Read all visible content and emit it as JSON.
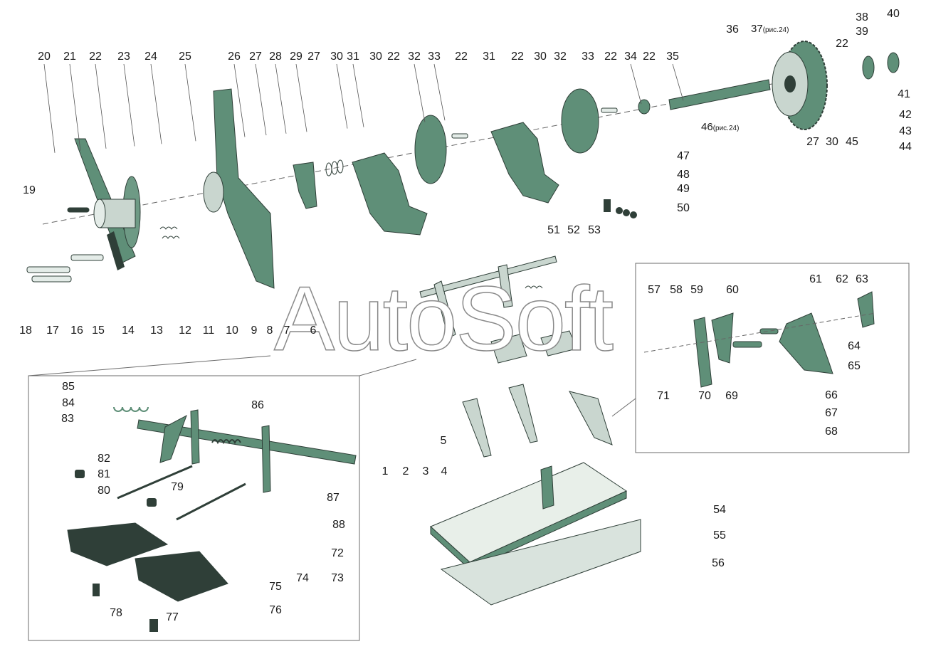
{
  "watermark": "AutoSoft",
  "refs": {
    "r37": {
      "num": "37",
      "paren": "(рис.24)"
    },
    "r46": {
      "num": "46",
      "paren": "(рис.24)"
    }
  },
  "labels": [
    "1",
    "2",
    "3",
    "4",
    "5",
    "6",
    "7",
    "8",
    "9",
    "10",
    "11",
    "12",
    "13",
    "14",
    "15",
    "16",
    "17",
    "18",
    "19",
    "20",
    "21",
    "22",
    "23",
    "24",
    "25",
    "26",
    "27",
    "28",
    "29",
    "30",
    "31",
    "32",
    "33",
    "34",
    "35",
    "36",
    "38",
    "39",
    "40",
    "41",
    "42",
    "43",
    "44",
    "45",
    "47",
    "48",
    "49",
    "50",
    "51",
    "52",
    "53",
    "54",
    "55",
    "56",
    "57",
    "58",
    "59",
    "60",
    "61",
    "62",
    "63",
    "64",
    "65",
    "66",
    "67",
    "68",
    "69",
    "70",
    "71",
    "72",
    "73",
    "74",
    "75",
    "76",
    "77",
    "78",
    "79",
    "80",
    "81",
    "82",
    "83",
    "84",
    "85",
    "86",
    "87",
    "88"
  ],
  "colors": {
    "part_green": "#5f8f78",
    "part_dark": "#2f3f38",
    "part_light": "#c9d6cf",
    "leader": "#555555",
    "inset_border": "#6b6b6b"
  }
}
